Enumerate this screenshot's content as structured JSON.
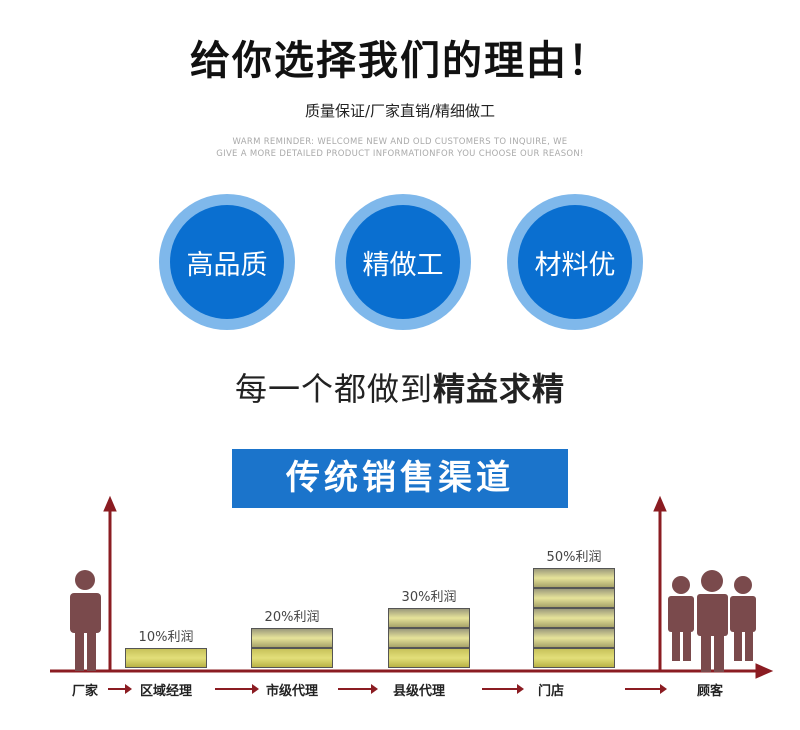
{
  "title": "给你选择我们的理由！",
  "subtitle": "质量保证/厂家直销/精细做工",
  "english": [
    "WARM REMINDER: WELCOME NEW AND OLD CUSTOMERS TO INQUIRE, WE",
    "GIVE A MORE DETAILED PRODUCT INFORMATIONFOR YOU CHOOSE OUR REASON!"
  ],
  "circles": [
    "高品质",
    "精做工",
    "材料优"
  ],
  "slogan": {
    "normal": "每一个都做到",
    "bold": "精益求精"
  },
  "banner": "传统销售渠道",
  "channel": {
    "nodes": [
      "厂家",
      "区域经理",
      "市级代理",
      "县级代理",
      "门店",
      "顾客"
    ],
    "profits": [
      {
        "label": "10%利润",
        "layers": 1
      },
      {
        "label": "20%利润",
        "layers": 2
      },
      {
        "label": "30%利润",
        "layers": 3
      },
      {
        "label": "50%利润",
        "layers": 5
      }
    ]
  },
  "colors": {
    "blue": "#0a6fd0",
    "ring": "#7fb8eb",
    "axis": "#8b1c22",
    "person": "#7a4a4c"
  }
}
